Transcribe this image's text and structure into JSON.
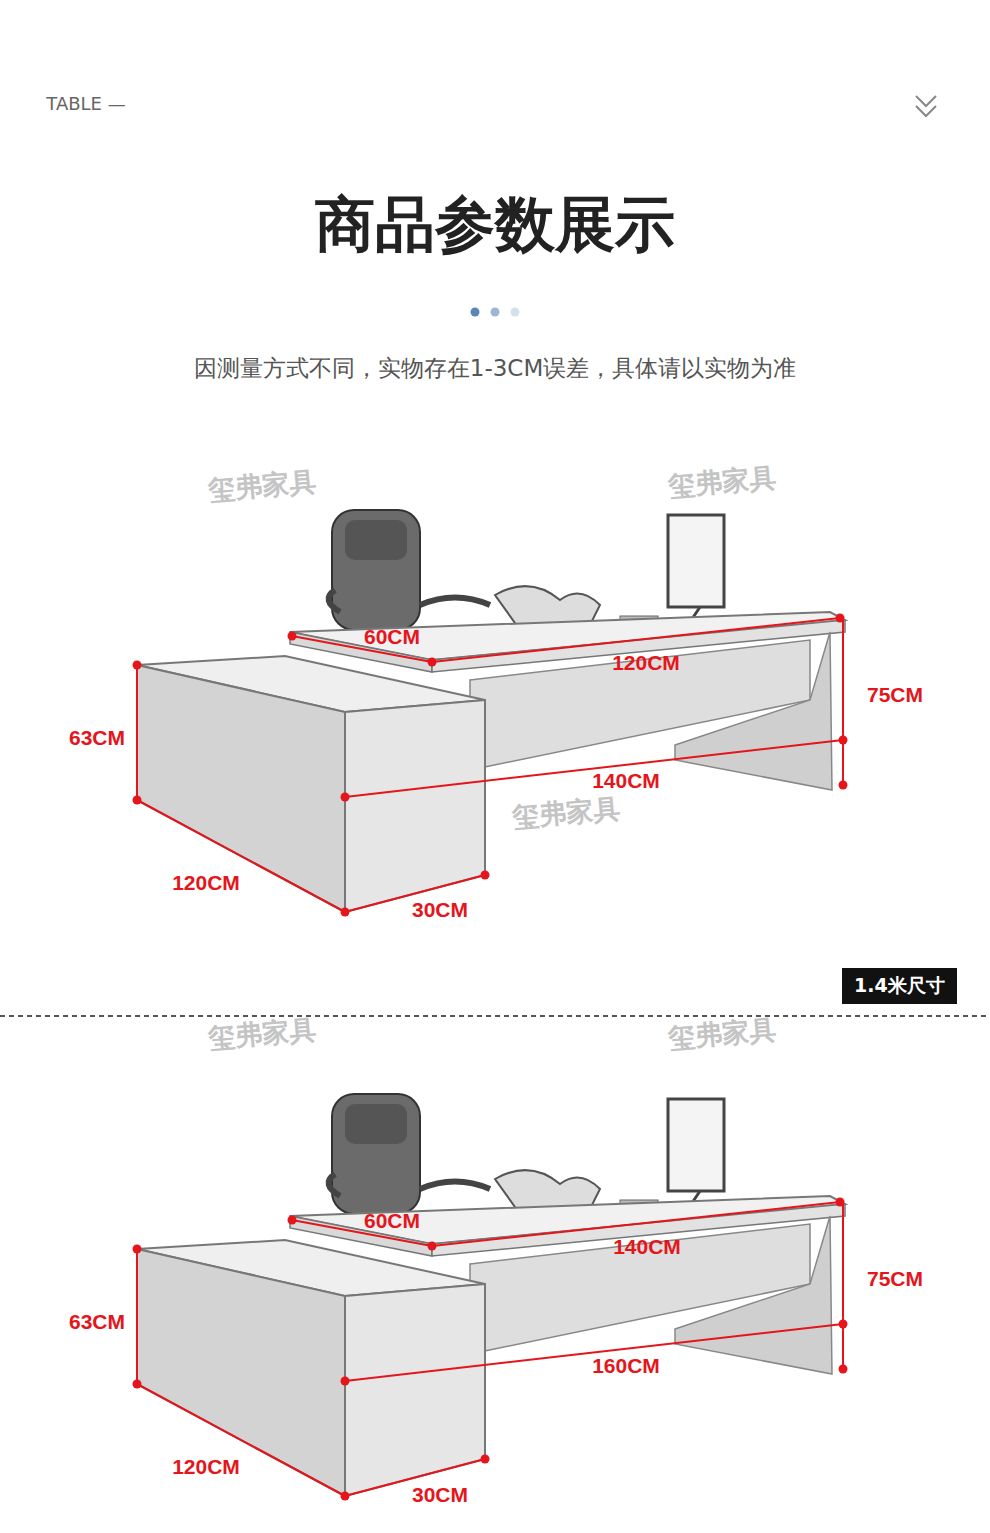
{
  "diagram": {
    "title": "商品参数展示",
    "nodes": [
      {
        "text": [
          "1.4米尺寸"
        ]
      }
    ],
    "labels": [
      "TABLE —",
      "因测量方式不同，实物存在1-3CM误差，具体请以实物为准",
      "玺弗家具",
      "玺弗家具",
      "60CM",
      "120CM",
      "75CM",
      "63CM",
      "140CM",
      "玺弗家具",
      "120CM",
      "30CM",
      "玺弗家具",
      "玺弗家具",
      "60CM",
      "140CM",
      "75CM",
      "63CM",
      "160CM",
      "120CM",
      "30CM"
    ]
  }
}
